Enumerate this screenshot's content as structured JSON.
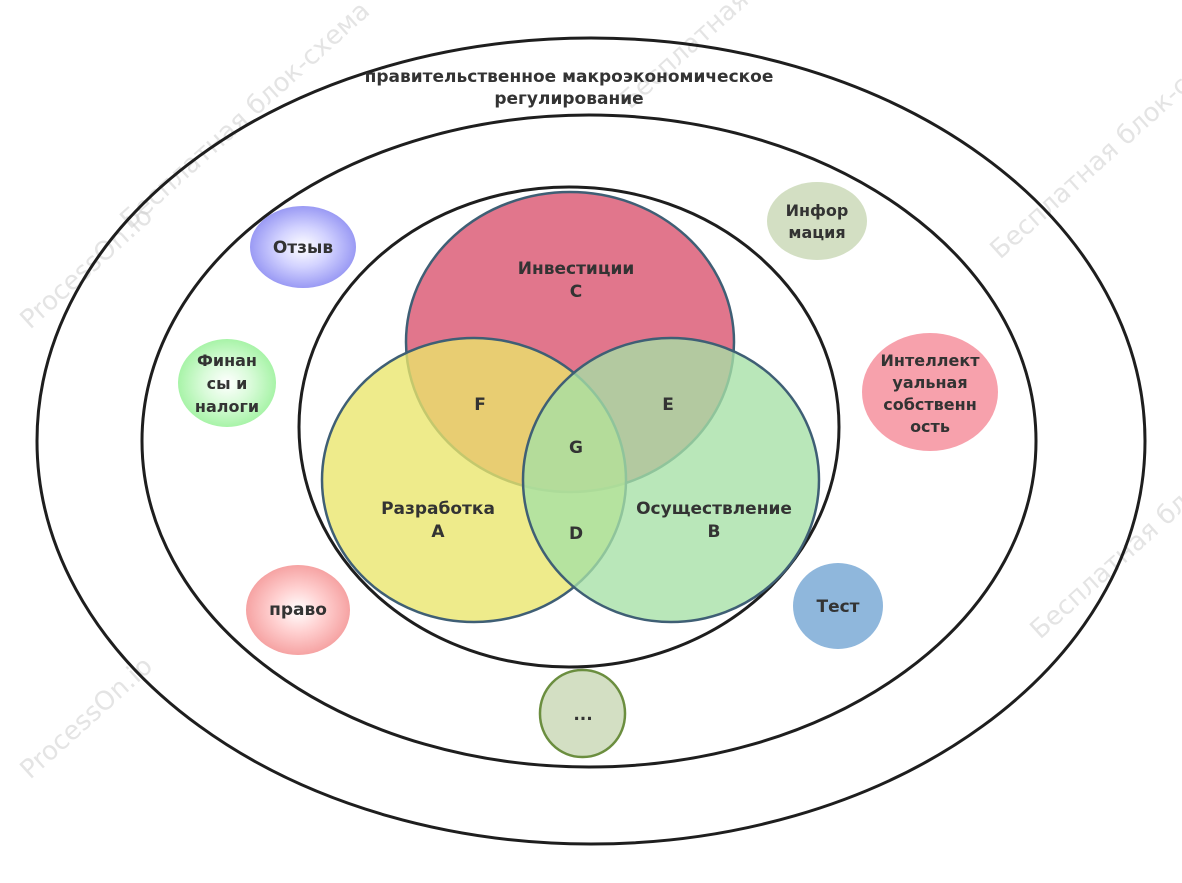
{
  "diagram": {
    "outer_title_line1": "правительственное макроэкономическое",
    "outer_title_line2": "регулирование",
    "venn": {
      "c": {
        "line1": "Инвестиции",
        "line2": "C",
        "color": "#d9506c"
      },
      "a": {
        "line1": "Разработка",
        "line2": "A",
        "color": "#e9e56a"
      },
      "b": {
        "line1": "Осуществление",
        "line2": "B",
        "color": "#a5e0a5"
      },
      "f": "F",
      "e": "E",
      "d": "D",
      "g": "G"
    },
    "bubbles": {
      "review": {
        "text": "Отзыв"
      },
      "finance": {
        "line1": "Финан",
        "line2": "сы и",
        "line3": "налоги"
      },
      "law": {
        "text": "право"
      },
      "information": {
        "line1": "Инфор",
        "line2": "мация"
      },
      "ip": {
        "line1": "Интеллект",
        "line2": "уальная",
        "line3": "собственн",
        "line4": "ость"
      },
      "test": {
        "text": "Тест"
      },
      "more": {
        "text": "..."
      }
    },
    "watermark": {
      "a": "ProcessOn.io",
      "b": "Бесплатная блок-схема"
    }
  }
}
